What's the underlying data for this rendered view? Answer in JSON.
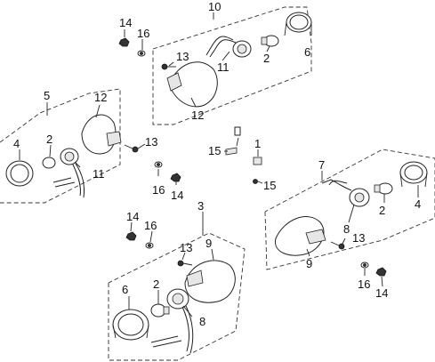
{
  "callouts": {
    "top": {
      "c10": "10",
      "c14": "14",
      "c16": "16",
      "c13": "13",
      "c11": "11",
      "c2": "2",
      "c6": "6",
      "c12": "12"
    },
    "left": {
      "c5": "5",
      "c12": "12",
      "c4": "4",
      "c2": "2",
      "c11": "11",
      "c13": "13",
      "c16": "16",
      "c14": "14"
    },
    "middle": {
      "c1": "1",
      "c15a": "15",
      "c15b": "15"
    },
    "right": {
      "c7": "7",
      "c4": "4",
      "c2": "2",
      "c8": "8",
      "c13": "13",
      "c9": "9",
      "c16": "16",
      "c14": "14"
    },
    "bottom": {
      "c3": "3",
      "c14": "14",
      "c16": "16",
      "c13": "13",
      "c9": "9",
      "c6": "6",
      "c2": "2",
      "c8": "8"
    }
  }
}
